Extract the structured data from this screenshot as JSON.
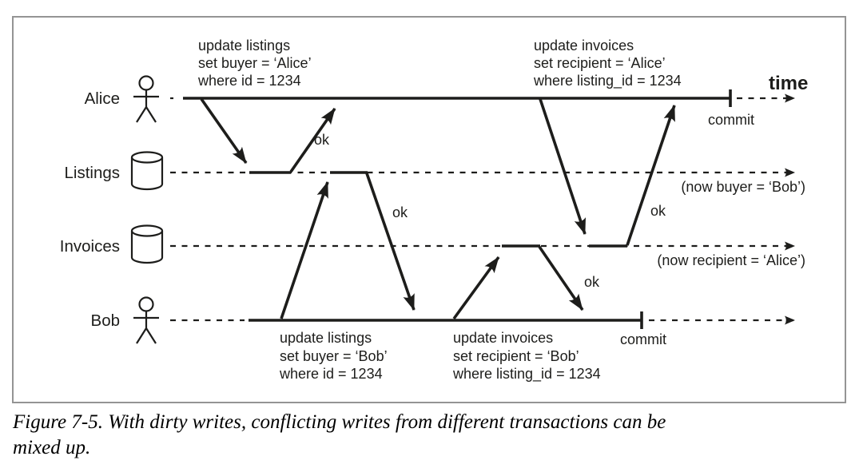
{
  "figure": {
    "time_label": "time",
    "lanes": {
      "alice": {
        "label": "Alice"
      },
      "listings": {
        "label": "Listings"
      },
      "invoices": {
        "label": "Invoices"
      },
      "bob": {
        "label": "Bob"
      }
    },
    "alice_tx": {
      "update_listings": {
        "l1": "update listings",
        "l2": "set buyer = ‘Alice’",
        "l3": "where id = 1234"
      },
      "update_invoices": {
        "l1": "update invoices",
        "l2": "set recipient = ‘Alice’",
        "l3": "where listing_id = 1234"
      },
      "commit_label": "commit"
    },
    "bob_tx": {
      "update_listings": {
        "l1": "update listings",
        "l2": "set buyer = ‘Bob’",
        "l3": "where id = 1234"
      },
      "update_invoices": {
        "l1": "update invoices",
        "l2": "set recipient = ‘Bob’",
        "l3": "where listing_id = 1234"
      },
      "commit_label": "commit"
    },
    "ok_label": "ok",
    "notes": {
      "listings_note": "(now buyer = ‘Bob’)",
      "invoices_note": "(now recipient = ‘Alice’)"
    },
    "caption": {
      "line1": "Figure 7-5. With dirty writes, conflicting writes from different transactions can be",
      "line2": "mixed up."
    },
    "colors": {
      "ink": "#1d1d1b",
      "frame_border": "#949494",
      "background": "#ffffff"
    }
  }
}
